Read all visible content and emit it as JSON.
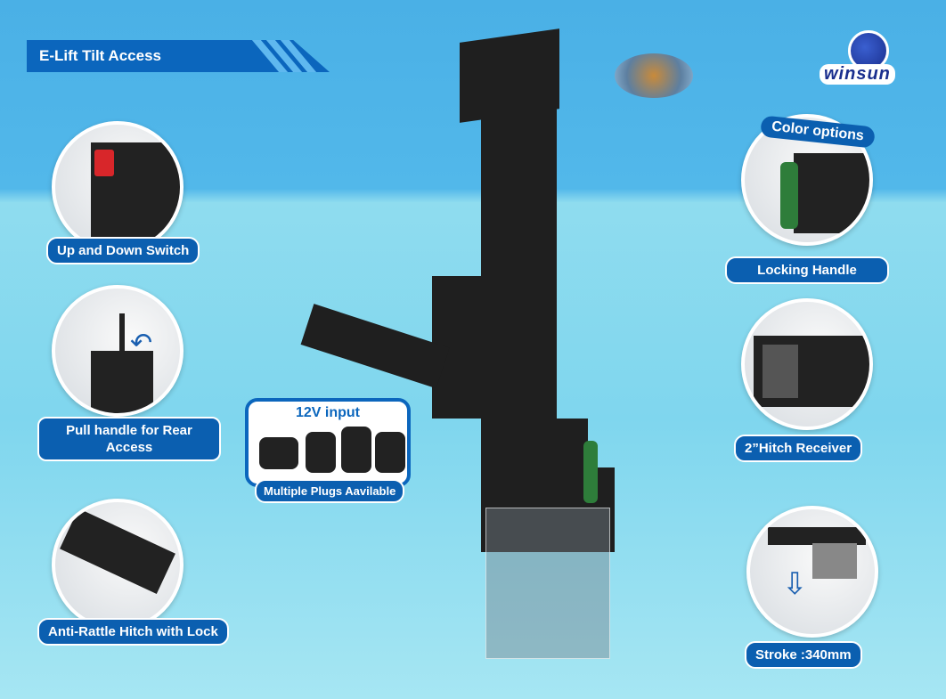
{
  "header": {
    "title": "E-Lift Tilt Access"
  },
  "logo": {
    "brand": "winsun"
  },
  "features": {
    "up_down_switch": "Up and Down Switch",
    "pull_handle": "Pull handle for Rear Access",
    "anti_rattle": "Anti-Rattle Hitch  with Lock",
    "color_options": "Color options",
    "locking_handle": "Locking Handle",
    "hitch_receiver": "2”Hitch Receiver",
    "stroke": "Stroke :340mm"
  },
  "plugs": {
    "heading": "12V input",
    "caption": "Multiple Plugs Aavilable"
  },
  "colors": {
    "accent": "#0b5fb0",
    "handle": "#2e7d3a"
  }
}
